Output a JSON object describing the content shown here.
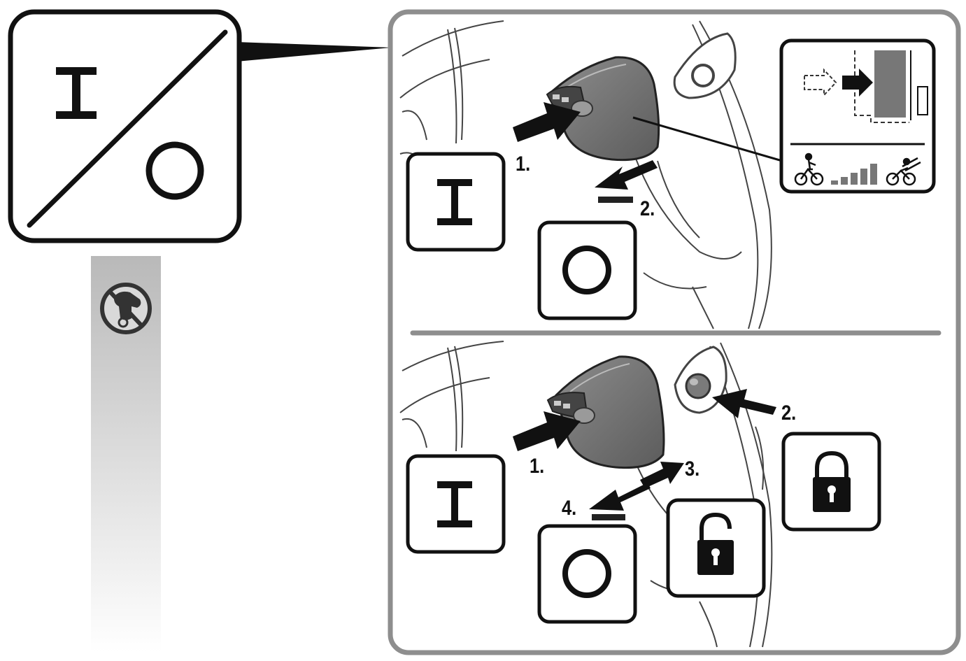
{
  "colors": {
    "ink": "#111111",
    "device_fill": "#7a7a7a",
    "device_dark": "#5e5e5e",
    "frame_stroke": "#8e8e8e",
    "bar_top": "#b9b9b9",
    "bar_bottom": "#ffffff",
    "line_art": "#444444"
  },
  "icons": {
    "legend": "power-on-off-symbol",
    "strip": "no-hand-touch-icon",
    "on": "power-on-symbol",
    "off": "power-off-symbol",
    "lock": "padlock-locked-icon",
    "unlock": "padlock-unlocked-icon",
    "display": "assist-level-display-icon"
  },
  "top_panel": {
    "step1": "1.",
    "step2": "2."
  },
  "bottom_panel": {
    "step1": "1.",
    "step2": "2.",
    "step3": "3.",
    "step4": "4."
  }
}
